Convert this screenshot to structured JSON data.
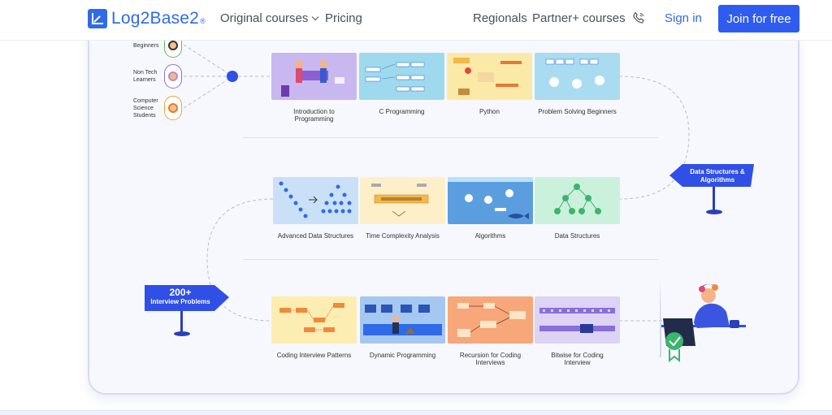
{
  "brand": {
    "name": "Log2Base2",
    "reg": "®"
  },
  "nav": {
    "original_courses": "Original courses",
    "pricing": "Pricing",
    "regionals": "Regionals",
    "partner": "Partner+ courses",
    "signin": "Sign in",
    "join": "Join for free"
  },
  "learners": [
    {
      "label": "Beginners",
      "color": "#5fba5b",
      "icon": "beginner-avatar-icon"
    },
    {
      "label": "Non Tech Learners",
      "color": "#8a6fd8",
      "icon": "non-tech-avatar-icon"
    },
    {
      "label": "Computer Science Students",
      "color": "#f0a33a",
      "icon": "cs-student-avatar-icon"
    }
  ],
  "rows": [
    [
      {
        "title": "Introduction to Programming",
        "bg": "#c8b8ef"
      },
      {
        "title": "C Programming",
        "bg": "#9fd9ee"
      },
      {
        "title": "Python",
        "bg": "#fbe9a8"
      },
      {
        "title": "Problem Solving Beginners",
        "bg": "#a9dbf1"
      }
    ],
    [
      {
        "title": "Advanced Data Structures",
        "bg": "#c9e0f7"
      },
      {
        "title": "Time Complexity Analysis",
        "bg": "#fdf0c8"
      },
      {
        "title": "Algorithms",
        "bg": "#5b9ee0"
      },
      {
        "title": "Data Structures",
        "bg": "#c9f1dc"
      }
    ],
    [
      {
        "title": "Coding Interview Patterns",
        "bg": "#fcedb2"
      },
      {
        "title": "Dynamic Programming",
        "bg": "#a5c8f2"
      },
      {
        "title": "Recursion for Coding Interviews",
        "bg": "#f7a77a"
      },
      {
        "title": "Bitwise for Coding Interview",
        "bg": "#dcd3f5"
      }
    ]
  ],
  "signs": {
    "dsa": {
      "line1": "Data Structures &",
      "line2": "Algorithms"
    },
    "interview": {
      "line1": "200+",
      "line2": "Interview Problems"
    }
  },
  "colors": {
    "accent": "#2f5cf0",
    "path_dot": "#2f4fe6"
  }
}
